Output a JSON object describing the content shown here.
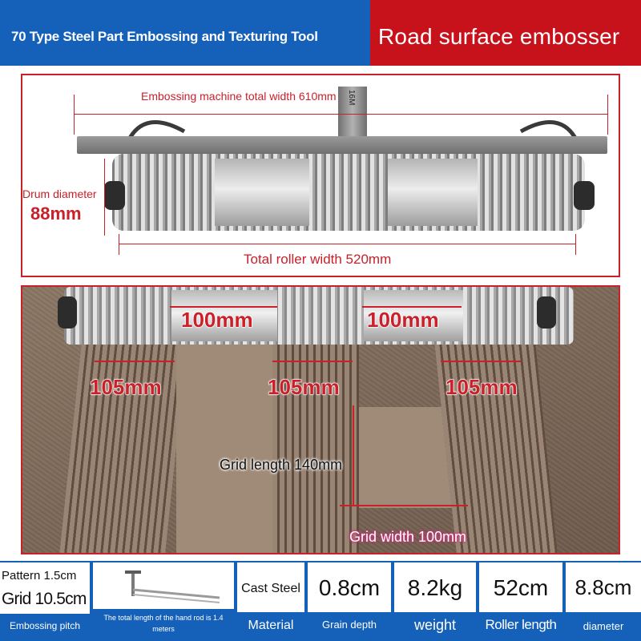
{
  "header": {
    "left_title": "70 Type Steel Part Embossing and Texturing Tool",
    "right_title": "Road surface embosser",
    "colors": {
      "blue": "#1560b8",
      "red": "#c8121b"
    }
  },
  "top_panel": {
    "total_width_label": "Embossing machine total width 610mm",
    "drum_diameter_label": "Drum diameter",
    "drum_diameter_value": "88mm",
    "roller_width_label": "Total roller width 520mm",
    "post_marking": "16M"
  },
  "photo_panel": {
    "sleeve_left": "100mm",
    "sleeve_right": "100mm",
    "groove_left": "105mm",
    "groove_mid": "105mm",
    "groove_right": "105mm",
    "grid_length": "Grid length 140mm",
    "grid_width": "Grid width 100mm"
  },
  "specs": {
    "pattern": "Pattern 1.5cm",
    "grid": "Grid 10.5cm",
    "pitch_label": "Embossing pitch",
    "rod_note": "The total length of the hand rod is 1.4 meters",
    "material_value": "Cast Steel",
    "material_label": "Material",
    "depth_value": "0.8cm",
    "depth_label": "Grain depth",
    "weight_value": "8.2kg",
    "weight_label": "weight",
    "length_value": "52cm",
    "length_label": "Roller length",
    "diameter_value": "8.8cm",
    "diameter_label": "diameter"
  }
}
